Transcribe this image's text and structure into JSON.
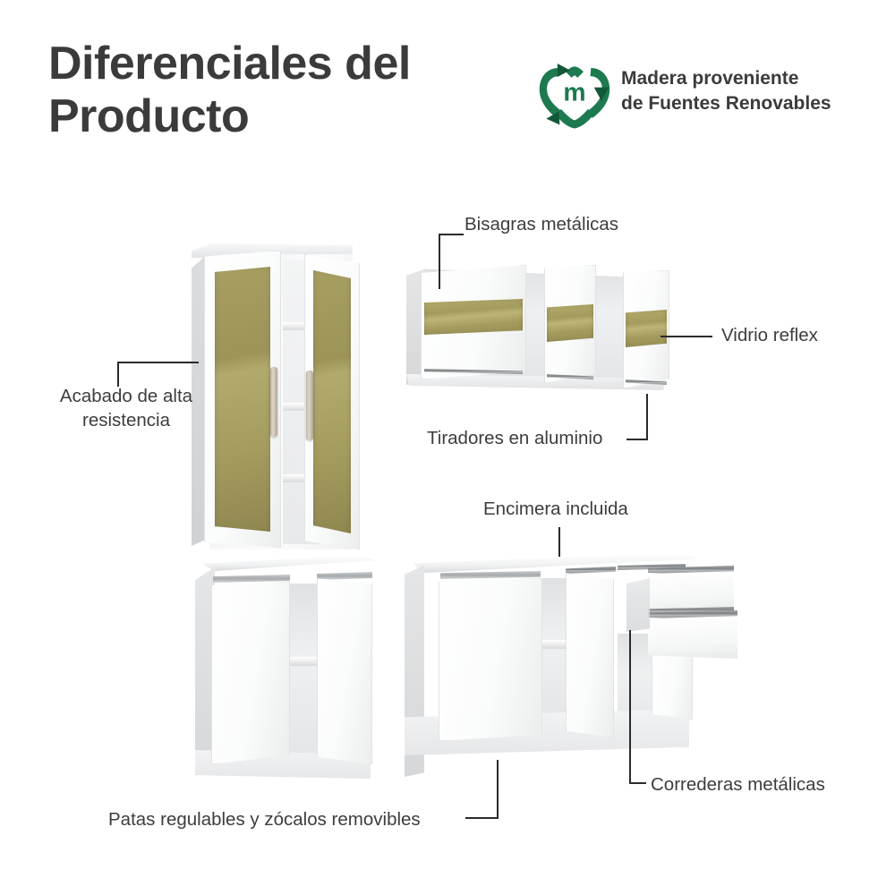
{
  "header": {
    "title_line1": "Diferenciales del",
    "title_line2": "Producto",
    "title_full": "Diferenciales del Producto",
    "title_color": "#3b3b3b",
    "logo": {
      "icon_name": "recycling-heart-logo",
      "monogram": "m",
      "green": "#1d7a50",
      "green_dark": "#14583a",
      "text_line1": "Madera proveniente",
      "text_line2": "de Fuentes Renovables"
    }
  },
  "background_color": "#ffffff",
  "callouts": [
    {
      "id": "bisagras",
      "label": "Bisagras metálicas"
    },
    {
      "id": "vidrio",
      "label": "Vidrio reflex"
    },
    {
      "id": "acabado",
      "label": "Acabado de alta resistencia"
    },
    {
      "id": "tiradores",
      "label": "Tiradores en aluminio"
    },
    {
      "id": "encimera",
      "label": "Encimera incluida"
    },
    {
      "id": "correderas",
      "label": "Correderas metálicas"
    },
    {
      "id": "patas",
      "label": "Patas regulables y zócalos removibles"
    }
  ],
  "products": [
    {
      "id": "tall-glass-cabinet",
      "name": "Alacena alta de dos puertas con vidrio reflex",
      "doors": 2
    },
    {
      "id": "upper-wall-cabinet",
      "name": "Alacena aérea de tres puertas con vidrio reflex",
      "doors": 3
    },
    {
      "id": "base-cabinet-small",
      "name": "Mueble bajo de dos puertas con encimera",
      "doors": 2
    },
    {
      "id": "base-cabinet-large",
      "name": "Mueble bajo de dos puertas y dos cajones con encimera",
      "doors": 2,
      "drawers": 2
    }
  ],
  "colors": {
    "text": "#3d3d3d",
    "leader_line": "#2b2b2b",
    "glass_reflex": "#a39a5f",
    "panel_white": "#fafbfb",
    "aluminium": "#8e9193",
    "handle_beige": "#cfc7b8"
  }
}
